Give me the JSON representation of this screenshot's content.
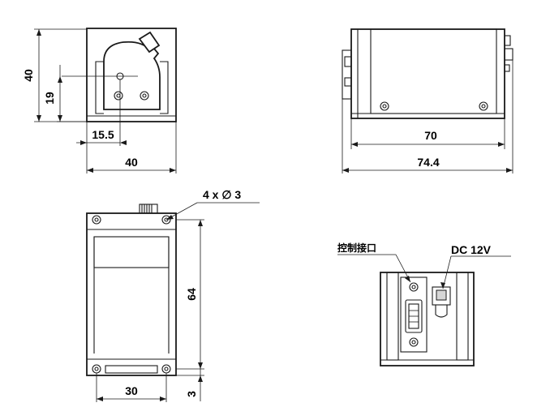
{
  "front_view": {
    "height_label": "40",
    "shaft_height_label": "19",
    "shaft_offset_label": "15.5",
    "width_label": "40"
  },
  "side_view": {
    "body_length_label": "70",
    "total_length_label": "74.4"
  },
  "bottom_view": {
    "holes_label": "4 x ∅ 3",
    "length_label": "64",
    "hole_spacing_label": "30",
    "edge_offset_label": "3"
  },
  "rear_view": {
    "control_port_label": "控制接口",
    "power_label": "DC 12V"
  }
}
